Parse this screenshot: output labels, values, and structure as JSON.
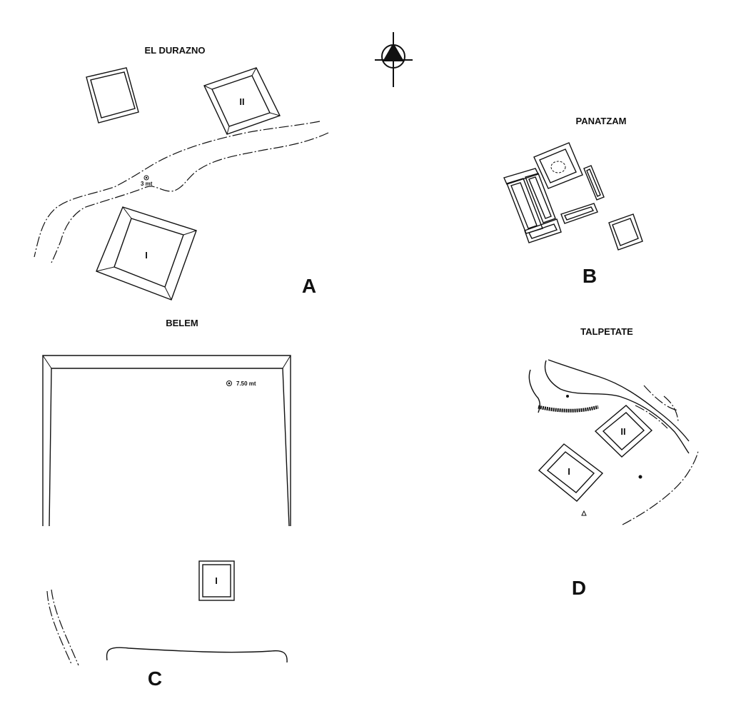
{
  "panels": {
    "a": {
      "title": "EL DURAZNO",
      "letter": "A",
      "mound_1": "I",
      "mound_2": "II",
      "elevation": "3 mt"
    },
    "b": {
      "title": "PANATZAM",
      "letter": "B"
    },
    "c": {
      "title": "BELEM",
      "letter": "C",
      "mound_1": "I",
      "elevation": "7.50 mt"
    },
    "d": {
      "title": "TALPETATE",
      "letter": "D",
      "mound_1": "I",
      "mound_2": "II"
    }
  },
  "icons": {
    "north_arrow": "north-arrow-icon",
    "benchmark": "benchmark-icon",
    "triangle_marker": "triangle-marker-icon"
  },
  "colors": {
    "ink": "#111111",
    "paper": "#ffffff"
  }
}
